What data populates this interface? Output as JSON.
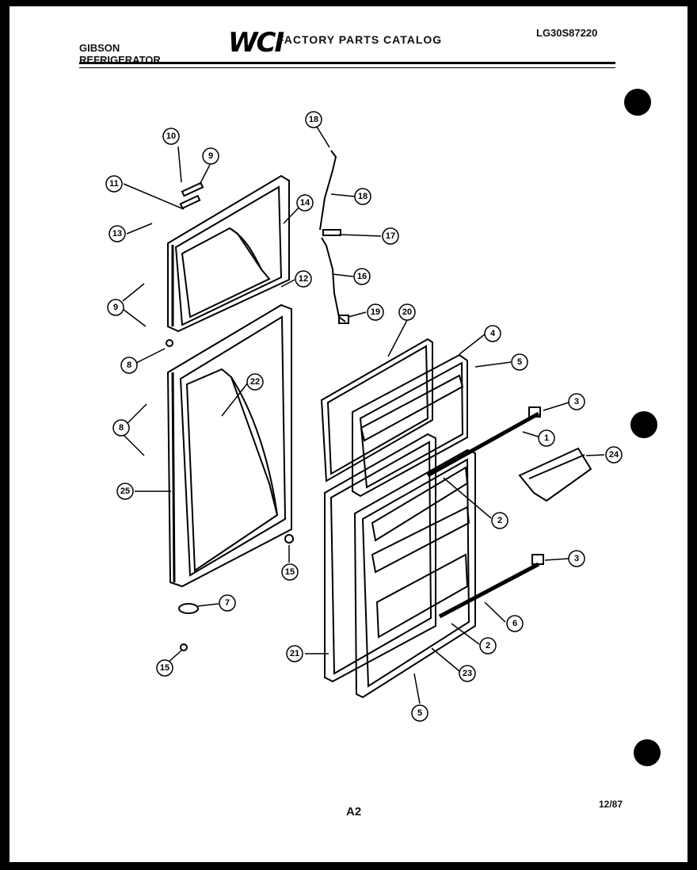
{
  "header": {
    "brand": "GIBSON",
    "product": "REFRIGERATOR",
    "logo": "WCI",
    "catalog": "FACTORY PARTS CATALOG",
    "model": "LG30S87220"
  },
  "footer": {
    "page": "A2",
    "date": "12/87"
  },
  "callouts": [
    "1",
    "2",
    "3",
    "4",
    "5",
    "6",
    "7",
    "8",
    "9",
    "10",
    "11",
    "12",
    "13",
    "14",
    "15",
    "16",
    "17",
    "18",
    "19",
    "20",
    "21",
    "22",
    "23",
    "24",
    "25"
  ]
}
